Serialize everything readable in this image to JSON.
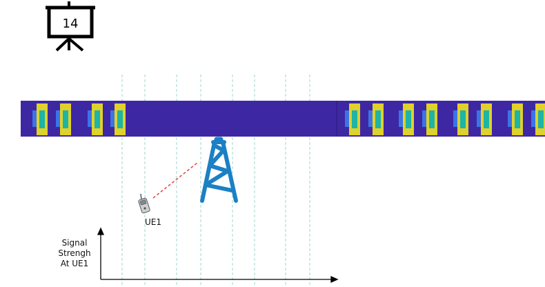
{
  "slide_counter": {
    "number": "14",
    "icon": "projector-screen-icon"
  },
  "user_equipment": {
    "label": "UE1",
    "icon": "mobile-phone-icon"
  },
  "base_station": {
    "icon": "cell-tower-icon",
    "color": "#1b80c4"
  },
  "signal_graph": {
    "ylabel_line1": "Signal",
    "ylabel_line2": "Strengh",
    "ylabel_line3": "At UE1"
  },
  "colors": {
    "band": "#3e27a3",
    "block_outer": "#e0d12b",
    "block_inner": "#1eb4a6",
    "block_side": "#3b74e6",
    "guide_line": "#9ed6d0",
    "link": "#e84a4a",
    "axis": "#000000"
  }
}
